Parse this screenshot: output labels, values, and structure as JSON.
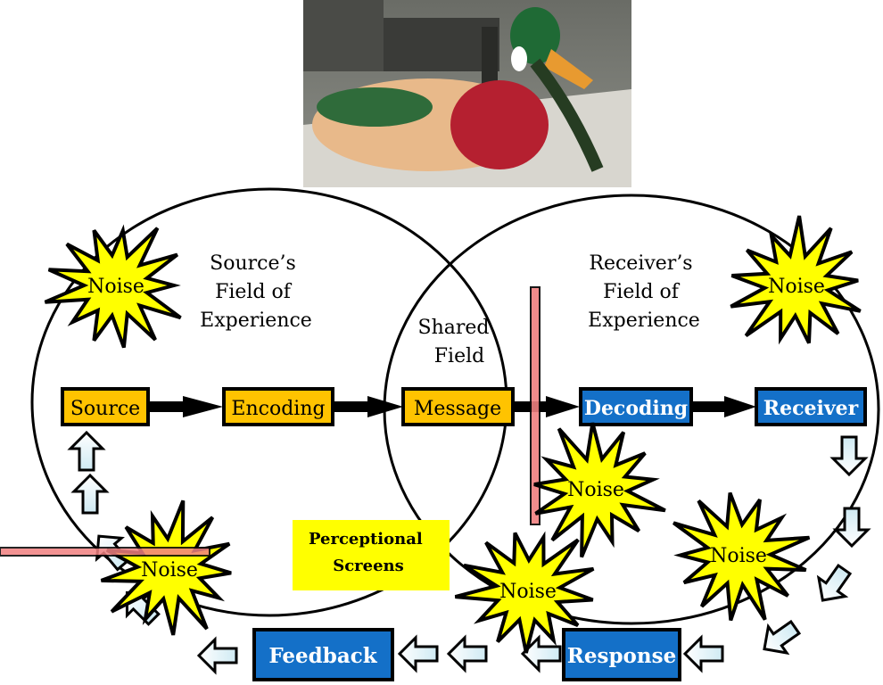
{
  "photo": {
    "subject": "duck-decoy-photo"
  },
  "fields": {
    "source_field": [
      "Source’s",
      "Field of",
      "Experience"
    ],
    "receiver_field": [
      "Receiver’s",
      "Field of",
      "Experience"
    ],
    "shared_field": [
      "Shared",
      "Field"
    ]
  },
  "boxes": {
    "source": "Source",
    "encoding": "Encoding",
    "message": "Message",
    "decoding": "Decoding",
    "receiver": "Receiver",
    "feedback": "Feedback",
    "response": "Response"
  },
  "perceptional_screens": [
    "Perceptional",
    "Screens"
  ],
  "noise_label": "Noise",
  "colors": {
    "orange_box": "#FFC300",
    "blue_box": "#1470C8",
    "noise_fill": "#FFFF00",
    "screen_fill": "#FFFF00",
    "barrier": "#F08080",
    "arrow_fill": "#E0F2F8"
  }
}
